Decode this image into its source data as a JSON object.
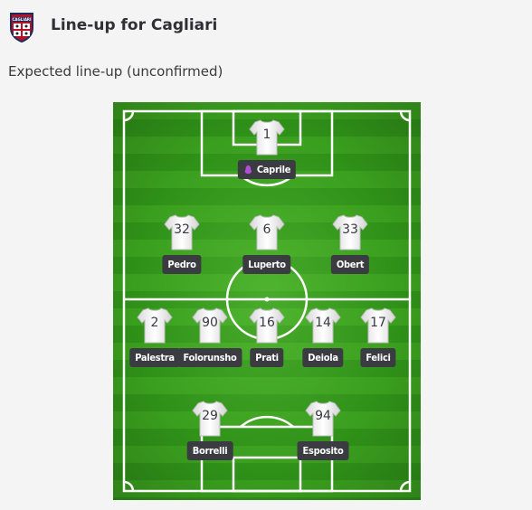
{
  "header": {
    "title": "Line-up for Cagliari",
    "crest_icon": "cagliari-crest-icon"
  },
  "subtitle": "Expected line-up (unconfirmed)",
  "colors": {
    "pitch_light": "#3a9f1e",
    "pitch_dark": "#2f9118",
    "name_badge": "#3b3b42",
    "gk_icon": "#b04fd6"
  },
  "players": [
    {
      "number": "1",
      "name": "Caprile",
      "role": "goalkeeper"
    },
    {
      "number": "32",
      "name": "Pedro",
      "role": "defender"
    },
    {
      "number": "6",
      "name": "Luperto",
      "role": "defender"
    },
    {
      "number": "33",
      "name": "Obert",
      "role": "defender"
    },
    {
      "number": "2",
      "name": "Palestra",
      "role": "midfielder"
    },
    {
      "number": "90",
      "name": "Folorunsho",
      "role": "midfielder"
    },
    {
      "number": "16",
      "name": "Prati",
      "role": "midfielder"
    },
    {
      "number": "14",
      "name": "Deiola",
      "role": "midfielder"
    },
    {
      "number": "17",
      "name": "Felici",
      "role": "midfielder"
    },
    {
      "number": "29",
      "name": "Borrelli",
      "role": "forward"
    },
    {
      "number": "94",
      "name": "Esposito",
      "role": "forward"
    }
  ]
}
